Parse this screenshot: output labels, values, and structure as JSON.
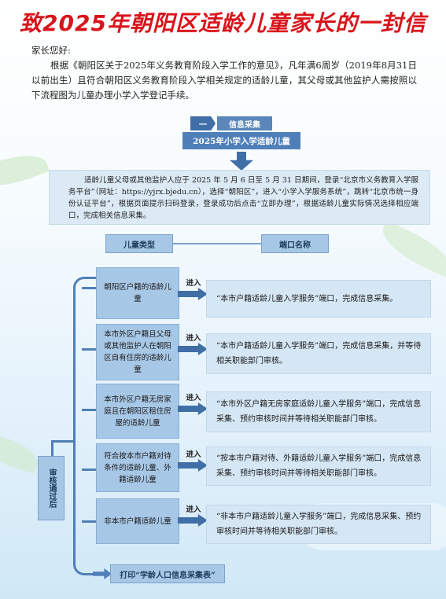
{
  "title": "致2025年朝阳区适龄儿童家长的一封信",
  "greeting": "家长您好:",
  "intro": "根据《朝阳区关于2025年义务教育阶段入学工作的意见》，凡年满6周岁（2019年8月31日以前出生）且符合朝阳区义务教育阶段入学相关规定的适龄儿童，其父母或其他监护人需按照以下流程图为儿童办理小学入学登记手续。",
  "step": {
    "number": "一",
    "tag": "信息采集",
    "heading": "2025年小学入学适龄儿童",
    "description": "适龄儿童父母或其他监护人应于 2025 年 5 月 6 日至 5 月 31 日期间，登录“北京市义务教育入学服务平台”（网址：https://yjrx.bjedu.cn），选择“朝阳区”，进入“小学入学服务系统”，跳转“北京市统一身份认证平台”，根据页面提示扫码登录，登录成功后点击“立即办理”，根据适龄儿童实际情况选择相应端口，完成相关信息采集。"
  },
  "columns": {
    "category": "儿童类型",
    "port": "端口名称"
  },
  "enter_label": "进入",
  "rows": [
    {
      "category": "朝阳区户籍的适龄儿童",
      "port": "“本市户籍适龄儿童入学服务”端口，完成信息采集。"
    },
    {
      "category": "本市外区户籍且父母或其他监护人在朝阳区自有住房的适龄儿童",
      "port": "“本市户籍适龄儿童入学服务”端口，完成信息采集，并等待相关职能部门审核。"
    },
    {
      "category": "本市外区户籍无房家庭且在朝阳区租住房屋的适龄儿童",
      "port": "“本市外区户籍无房家庭适龄儿童入学服务”端口，完成信息采集、预约审核时间并等待相关职能部门审核。"
    },
    {
      "category": "符合按本市户籍对待条件的适龄儿童、外籍适龄儿童",
      "port": "“按本市户籍对待、外籍适龄儿童入学服务”端口，完成信息采集、预约审核时间并等待相关职能部门审核。"
    },
    {
      "category": "非本市户籍适龄儿童",
      "port": "“非本市户籍适龄儿童入学服务”端口，完成信息采集、预约审核时间并等待相关职能部门审核。"
    }
  ],
  "review_label": "审核通过后",
  "print_label": "打印“学龄人口信息采集表”",
  "colors": {
    "title": "#d9141b",
    "dark_blue": "#3f6fa6",
    "mid_blue": "#4f7fb8",
    "light_blue": "#a7c7e6",
    "pale_blue": "#d5e6f4"
  }
}
